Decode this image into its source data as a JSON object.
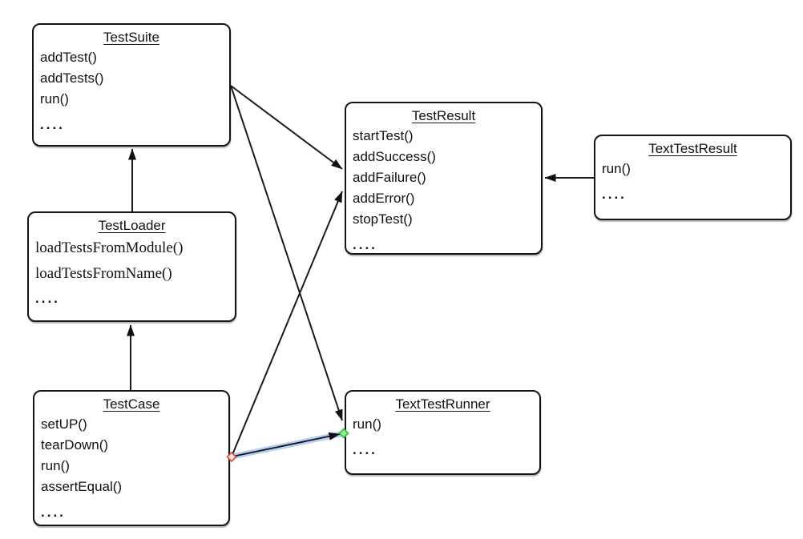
{
  "diagram": {
    "background_color": "#ffffff",
    "box_border_color": "#141414",
    "edge_color": "#1a1a1a",
    "arrowhead_color": "#111111",
    "selected_edge": {
      "halo_color": "#a9c6ee",
      "core_color": "#10151c",
      "source_handle_stroke": "#e0492f",
      "source_handle_fill": "#ffe9e0",
      "target_handle_stroke": "#2fbf3a",
      "target_handle_fill": "#8ef08a"
    },
    "classes": [
      {
        "title": "TestSuite",
        "methods": [
          "addTest()",
          "addTests()",
          "run()"
        ],
        "more": "...."
      },
      {
        "title": "TestLoader",
        "methods": [
          "loadTestsFromModule()",
          "loadTestsFromName()"
        ],
        "more": "...."
      },
      {
        "title": "TestCase",
        "methods": [
          "setUP()",
          "tearDown()",
          "run()",
          "assertEqual()"
        ],
        "more": "...."
      },
      {
        "title": "TestResult",
        "methods": [
          "startTest()",
          "addSuccess()",
          "addFailure()",
          "addError()",
          "stopTest()"
        ],
        "more": "...."
      },
      {
        "title": "TextTestResult",
        "methods": [
          "run()"
        ],
        "more": "...."
      },
      {
        "title": "TextTestRunner",
        "methods": [
          "run()"
        ],
        "more": "...."
      }
    ],
    "edges": [
      {
        "from": "TestLoader",
        "to": "TestSuite",
        "selected": false
      },
      {
        "from": "TestCase",
        "to": "TestLoader",
        "selected": false
      },
      {
        "from": "TestSuite",
        "to": "TestResult",
        "selected": false
      },
      {
        "from": "TestSuite",
        "to": "TextTestRunner",
        "selected": false
      },
      {
        "from": "TestCase",
        "to": "TestResult",
        "selected": false
      },
      {
        "from": "TextTestResult",
        "to": "TestResult",
        "selected": false
      },
      {
        "from": "TestCase",
        "to": "TextTestRunner",
        "selected": true
      }
    ]
  }
}
